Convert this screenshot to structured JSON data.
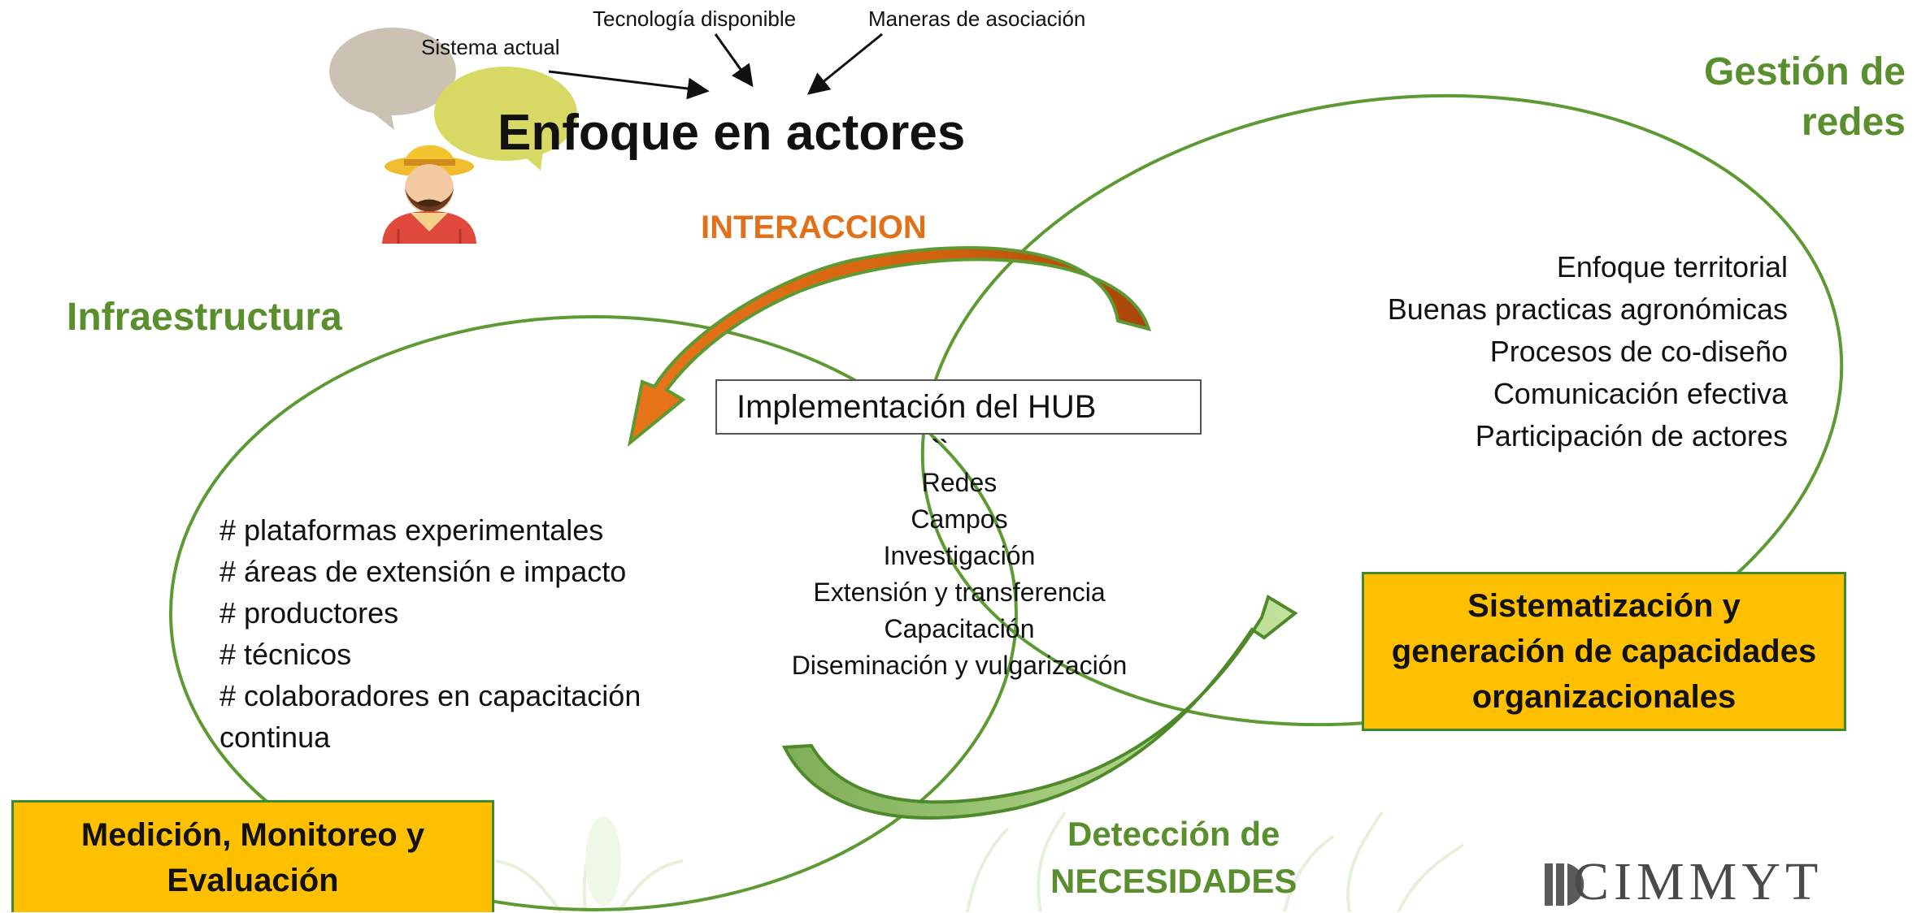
{
  "top_notes": {
    "current_system": "Sistema actual",
    "available_technology": "Tecnología disponible",
    "association_ways": "Maneras de asociación"
  },
  "title": "Enfoque en actores",
  "interaction_label": "INTERACCION",
  "hub_label": "Implementación del HUB",
  "section_heads": {
    "infrastructure": "Infraestructura",
    "network_management_line1": "Gestión de",
    "network_management_line2": "redes",
    "needs_detection_line1": "Detección de",
    "needs_detection_line2": "NECESIDADES"
  },
  "right_list": [
    "Enfoque territorial",
    "Buenas practicas agronómicas",
    "Procesos de co-diseño",
    "Comunicación efectiva",
    "Participación de actores"
  ],
  "center_mark": "``",
  "center_list": [
    "Redes",
    "Campos",
    "Investigación",
    "Extensión y transferencia",
    "Capacitación",
    "Diseminación y vulgarización"
  ],
  "left_list": [
    "#  plataformas experimentales",
    "# áreas de extensión e impacto",
    "# productores",
    "# técnicos",
    "# colaboradores en capacitación",
    "continua"
  ],
  "boxes": {
    "systematization_line1": "Sistematización y",
    "systematization_line2": "generación de capacidades",
    "systematization_line3": "organizacionales",
    "measurement_line1": "Medición, Monitoreo y",
    "measurement_line2": "Evaluación"
  },
  "logo_text": "CIMMYT",
  "icons": [
    "speech-bubble-gray-icon",
    "speech-bubble-yellow-icon",
    "farmer-icon",
    "cimmyt-logo-icon",
    "corn-plant-icon"
  ],
  "colors": {
    "green_text": "#5a8f2e",
    "green_line": "#5e9a33",
    "orange_text": "#e0701a",
    "orange_arrow": "#e06a10",
    "yellow_box": "#ffc000",
    "light_green_arrow": "#a9d47f"
  }
}
